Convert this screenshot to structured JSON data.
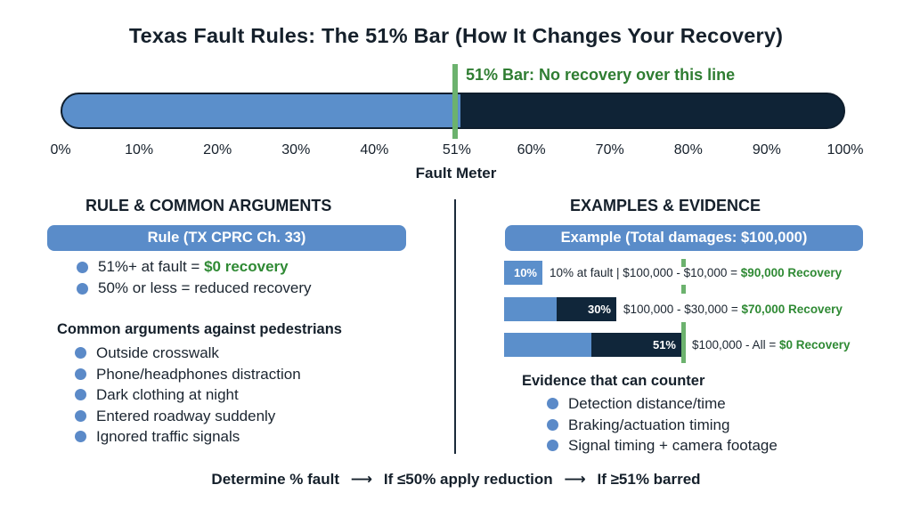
{
  "title": "Texas Fault Rules: The 51% Bar (How It Changes Your Recovery)",
  "meter": {
    "bar_label": "51% Bar: No recovery over this line",
    "bar_value_pct": 51,
    "ticks": [
      "0%",
      "10%",
      "20%",
      "30%",
      "40%",
      "51%",
      "60%",
      "70%",
      "80%",
      "90%",
      "100%"
    ],
    "caption": "Fault Meter"
  },
  "left": {
    "heading": "RULE & COMMON ARGUMENTS",
    "rule_pill": "Rule (TX CPRC Ch. 33)",
    "rules": [
      {
        "text": "51%+ at fault = ",
        "highlight": "$0 recovery"
      },
      {
        "text": "50% or less = reduced recovery",
        "highlight": ""
      }
    ],
    "args_heading": "Common arguments against pedestrians",
    "args": [
      "Outside crosswalk",
      "Phone/headphones distraction",
      "Dark clothing at night",
      "Entered roadway suddenly",
      "Ignored traffic signals"
    ]
  },
  "right": {
    "heading": "EXAMPLES & EVIDENCE",
    "example_pill": "Example (Total damages: $100,000)",
    "examples": [
      {
        "pct_label": "10%",
        "fault_pct": 10,
        "text": "10% at fault | $100,000 - $10,000 = ",
        "result": "$90,000 Recovery"
      },
      {
        "pct_label": "30%",
        "fault_pct": 30,
        "text": "$100,000 - $30,000 = ",
        "result": "$70,000 Recovery"
      },
      {
        "pct_label": "51%",
        "fault_pct": 51,
        "text": "$100,000 - All = ",
        "result": "$0 Recovery"
      }
    ],
    "evidence_heading": "Evidence that can counter",
    "evidence": [
      "Detection distance/time",
      "Braking/actuation timing",
      "Signal timing + camera footage"
    ]
  },
  "flow": {
    "step1": "Determine % fault",
    "step2": "If ≤50% apply reduction",
    "step3": "If ≥51% barred",
    "arrow": "⟶"
  },
  "colors": {
    "blue": "#5b8fcb",
    "navy": "#10263a",
    "green": "#6cb26e",
    "green_text": "#2f8a34"
  }
}
